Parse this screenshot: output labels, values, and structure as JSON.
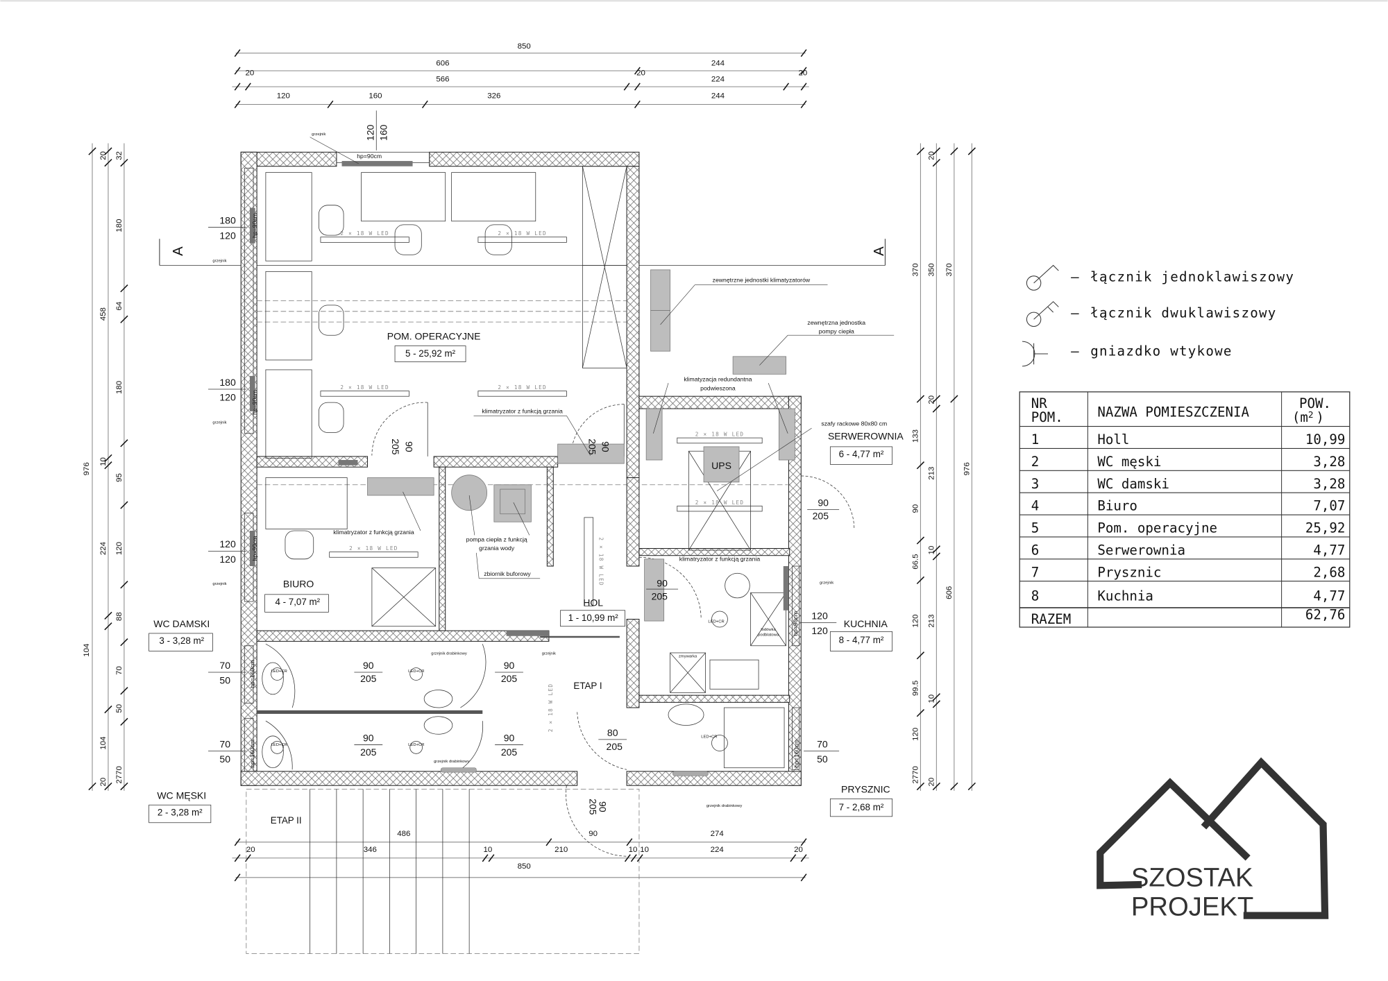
{
  "dimensions": {
    "top": {
      "overall": "850",
      "row2": [
        "606",
        "244"
      ],
      "row3": [
        "20",
        "566",
        "20",
        "224",
        "20"
      ],
      "row4": [
        "120",
        "160",
        "326",
        "244"
      ],
      "window_top": [
        "120",
        "160"
      ]
    },
    "left": {
      "overall": [
        "976",
        "104"
      ],
      "middle": [
        "20",
        "458",
        "10",
        "224",
        "104",
        "20"
      ],
      "inner": [
        "32",
        "180",
        "64",
        "180",
        "95",
        "120",
        "88",
        "70",
        "50",
        "2770"
      ]
    },
    "right": {
      "inner": [
        "370",
        "133",
        "90",
        "66.5",
        "120",
        "99.5",
        "120",
        "2770"
      ],
      "middle": [
        "20",
        "350",
        "20",
        "213",
        "10",
        "213",
        "10",
        "20"
      ],
      "outer": [
        "370",
        "606"
      ],
      "overall": "976"
    },
    "bottom": {
      "row1": [
        "486",
        "90",
        "274"
      ],
      "row2": [
        "20",
        "346",
        "10",
        "210",
        "10",
        "10",
        "224",
        "20"
      ],
      "overall": "850",
      "door": [
        "205",
        "90"
      ]
    }
  },
  "section_marker": "A",
  "rooms": {
    "operacyjne": {
      "name": "POM. OPERACYJNE",
      "area": "5 - 25,92 m²"
    },
    "serwerownia": {
      "name": "SERWEROWNIA",
      "area": "6 - 4,77 m²"
    },
    "biuro": {
      "name": "BIURO",
      "area": "4 - 7,07 m²"
    },
    "hol": {
      "name": "HOL",
      "area": "1 - 10,99 m²"
    },
    "wc_damski": {
      "name": "WC DAMSKI",
      "area": "3 - 3,28 m²"
    },
    "kuchnia": {
      "name": "KUCHNIA",
      "area": "8 - 4,77 m²"
    },
    "wc_meski": {
      "name": "WC MĘSKI",
      "area": "2 - 3,28 m²"
    },
    "prysznic": {
      "name": "PRYSZNIC",
      "area": "7 - 2,68 m²"
    }
  },
  "stages": {
    "etap1": "ETAP I",
    "etap2": "ETAP II"
  },
  "openings": {
    "w180": [
      "180",
      "120"
    ],
    "w120": [
      "120",
      "120"
    ],
    "w70": [
      "70",
      "50"
    ],
    "d90": [
      "90",
      "205"
    ],
    "d80": [
      "80",
      "205"
    ]
  },
  "annotations": {
    "grzejnik": "grzejnik",
    "grzejnik_drabinkowy": "grzejnik drabinkowy",
    "hp90": "hp=90cm",
    "hp160": "hp=160cm",
    "led": "2 × 18 W LED",
    "led_cr": "LED+CR",
    "klimatyzator": "klimatryzator z funkcją grzania",
    "zewn_klima": "zewnętrzne jednostki klimatyzatorów",
    "zewn_pompa": [
      "zewnętrzna jednostka",
      "pompy ciepła"
    ],
    "klima_redundantna": [
      "klimatyzacja redundantna",
      "podwieszona"
    ],
    "szafy": "szafy rackowe 80x80 cm",
    "ups": "UPS",
    "pompa": [
      "pompa ciepła z funkcją",
      "grzania wody"
    ],
    "zbiornik": "zbiornik buforowy",
    "lodowka": [
      "lodówka",
      "podblatowa"
    ],
    "zmywarka": "zmywarka"
  },
  "legend": [
    {
      "icon": "single-switch",
      "dash": "–",
      "label": "łącznik jednoklawiszowy"
    },
    {
      "icon": "double-switch",
      "dash": "–",
      "label": "łącznik dwuklawiszowy"
    },
    {
      "icon": "socket",
      "dash": "–",
      "label": "gniazdko wtykowe"
    }
  ],
  "room_table": {
    "headers": {
      "nr": [
        "NR",
        "POM."
      ],
      "name": "NAZWA POMIESZCZENIA",
      "area": [
        "POW.",
        "(m",
        "2",
        ")"
      ]
    },
    "rows": [
      {
        "nr": "1",
        "name": "Holl",
        "area": "10,99"
      },
      {
        "nr": "2",
        "name": "WC męski",
        "area": "3,28"
      },
      {
        "nr": "3",
        "name": "WC damski",
        "area": "3,28"
      },
      {
        "nr": "4",
        "name": "Biuro",
        "area": "7,07"
      },
      {
        "nr": "5",
        "name": "Pom. operacyjne",
        "area": "25,92"
      },
      {
        "nr": "6",
        "name": "Serwerownia",
        "area": "4,77"
      },
      {
        "nr": "7",
        "name": "Prysznic",
        "area": "2,68"
      },
      {
        "nr": "8",
        "name": "Kuchnia",
        "area": "4,77"
      }
    ],
    "total": {
      "label": "RAZEM",
      "area": "62,76"
    }
  },
  "logo": {
    "line1": "SZOSTAK",
    "line2": "PROJEKT"
  },
  "colors": {
    "equipment_grey": "#bdbdbd",
    "logo": "#333333"
  }
}
